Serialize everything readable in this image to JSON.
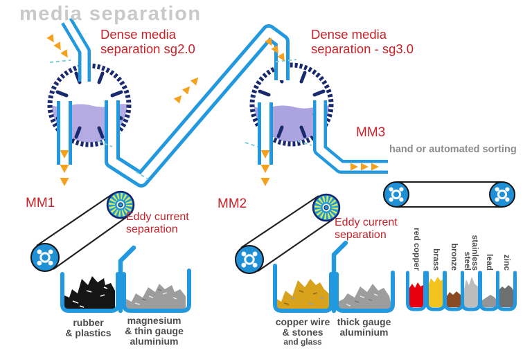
{
  "title": "media separation",
  "labels": {
    "dms1": "Dense media\nseparation sg2.0",
    "dms2": "Dense media\nseparation - sg3.0",
    "mm1": "MM1",
    "mm2": "MM2",
    "mm3": "MM3",
    "sorting": "hand or automated sorting",
    "eddy1": "Eddy current\nseparation",
    "eddy2": "Eddy current\nseparation"
  },
  "bins_large": [
    {
      "name": "rubber-plastics-bin",
      "label": "rubber\n& plastics",
      "content_color": "#151515"
    },
    {
      "name": "magnesium-bin",
      "label": "magnesium\n& thin gauge\naluminium",
      "content_color": "#9d9d9d"
    },
    {
      "name": "copper-wire-bin",
      "label": "copper wire\n& stones",
      "sublabel": "and glass",
      "content_color": "#d8a21c"
    },
    {
      "name": "thick-gauge-bin",
      "label": "thick gauge\naluminium",
      "content_color": "#9d9d9d"
    }
  ],
  "bins_small": [
    {
      "label": "red copper",
      "content_color": "#e8000d"
    },
    {
      "label": "brass",
      "content_color": "#f2c41d"
    },
    {
      "label": "bronze",
      "content_color": "#8a4a22"
    },
    {
      "label": "stainless\nsteel",
      "content_color": "#bcbcbc"
    },
    {
      "label": "lead",
      "content_color": "#959595"
    },
    {
      "label": "zinc",
      "content_color": "#6f6f6f"
    }
  ],
  "colors": {
    "pipe_blue": "#2299de",
    "drum_navy": "#1a2a6e",
    "liquid_purple": "#b3abe2",
    "arrow_orange": "#f5a11d",
    "label_red": "#c92128",
    "title_gray": "#c9c9c9",
    "sorting_gray": "#8c8c8c",
    "bin_label_gray": "#4c4c4c",
    "pulley_blue": "#1f8fd6",
    "rotor_stripe": "#d8ec52",
    "belt_black": "#1b1b1b"
  }
}
